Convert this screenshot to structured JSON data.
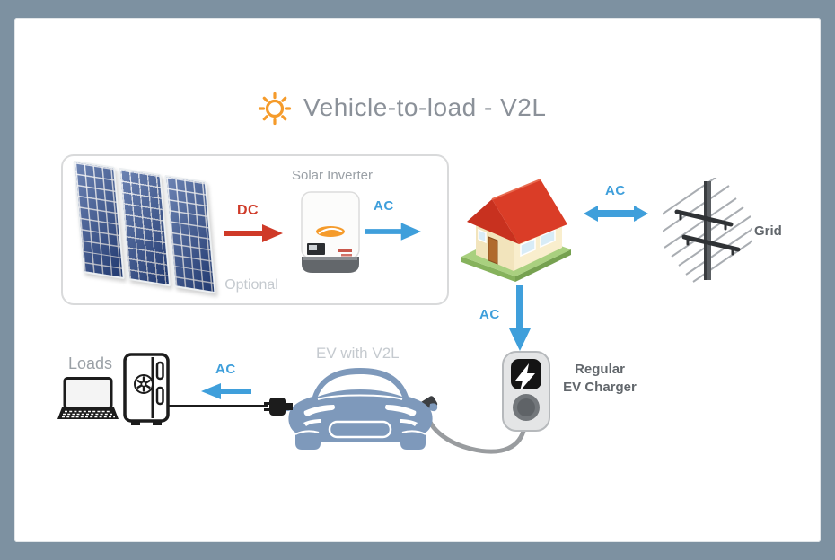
{
  "title": {
    "text": "Vehicle-to-load - V2L",
    "icon": "sun-icon"
  },
  "optional_group": {
    "caption": "Optional",
    "solar_inverter_label": "Solar Inverter"
  },
  "flows": {
    "dc": "DC",
    "ac": "AC"
  },
  "nodes": {
    "grid": "Grid",
    "charger_line1": "Regular",
    "charger_line2": "EV Charger",
    "ev": "EV with V2L",
    "loads": "Loads"
  },
  "icons": {
    "sun-icon": "orange sun with rays",
    "solar-panel-icon": "three tilted photovoltaic panels",
    "inverter-icon": "wall-mounted solar inverter unit",
    "house-icon": "red-roof house",
    "grid-icon": "utility pole with power lines",
    "charger-icon": "wallbox EV charger with lightning bolt",
    "lightning-icon": "lightning bolt",
    "car-icon": "electric car front view",
    "laptop-icon": "laptop computer",
    "fridge-icon": "refrigerator",
    "plug-icon": "power plug",
    "cable-icon": "charging cable",
    "arrow-right-icon": "solid arrow pointing right",
    "arrow-left-icon": "solid arrow pointing left",
    "arrow-down-icon": "solid arrow pointing down",
    "arrow-double-icon": "double-headed horizontal arrow"
  },
  "colors": {
    "frame": "#7d91a1",
    "canvas": "#ffffff",
    "box-border": "#d9dadb",
    "title-text": "#8b9199",
    "muted": "#9aa0a6",
    "faint": "#c5cacf",
    "dark-label": "#62676c",
    "ac-blue": "#3f9fdb",
    "dc-red": "#cf3a28",
    "sun-orange": "#f59b2b",
    "panel-blue": "#2e4f93",
    "car-blue": "#7e99bb",
    "roof-red": "#da3d27",
    "roof-dark": "#c8311f",
    "wall-cream": "#f2e4bc",
    "wall-light": "#f9eecd",
    "door-brown": "#b06a2d",
    "window-blue": "#d8ecf7",
    "base-green": "#a9d07f",
    "base-dark": "#86b25c",
    "charger-body": "#e4e5e6",
    "charger-border": "#b6b9bc",
    "socket-gray": "#73777b",
    "cable-gray": "#999c9f",
    "ink": "#1c1c1c",
    "pole-gray": "#5b5f63",
    "wire-gray": "#a9adb2"
  }
}
